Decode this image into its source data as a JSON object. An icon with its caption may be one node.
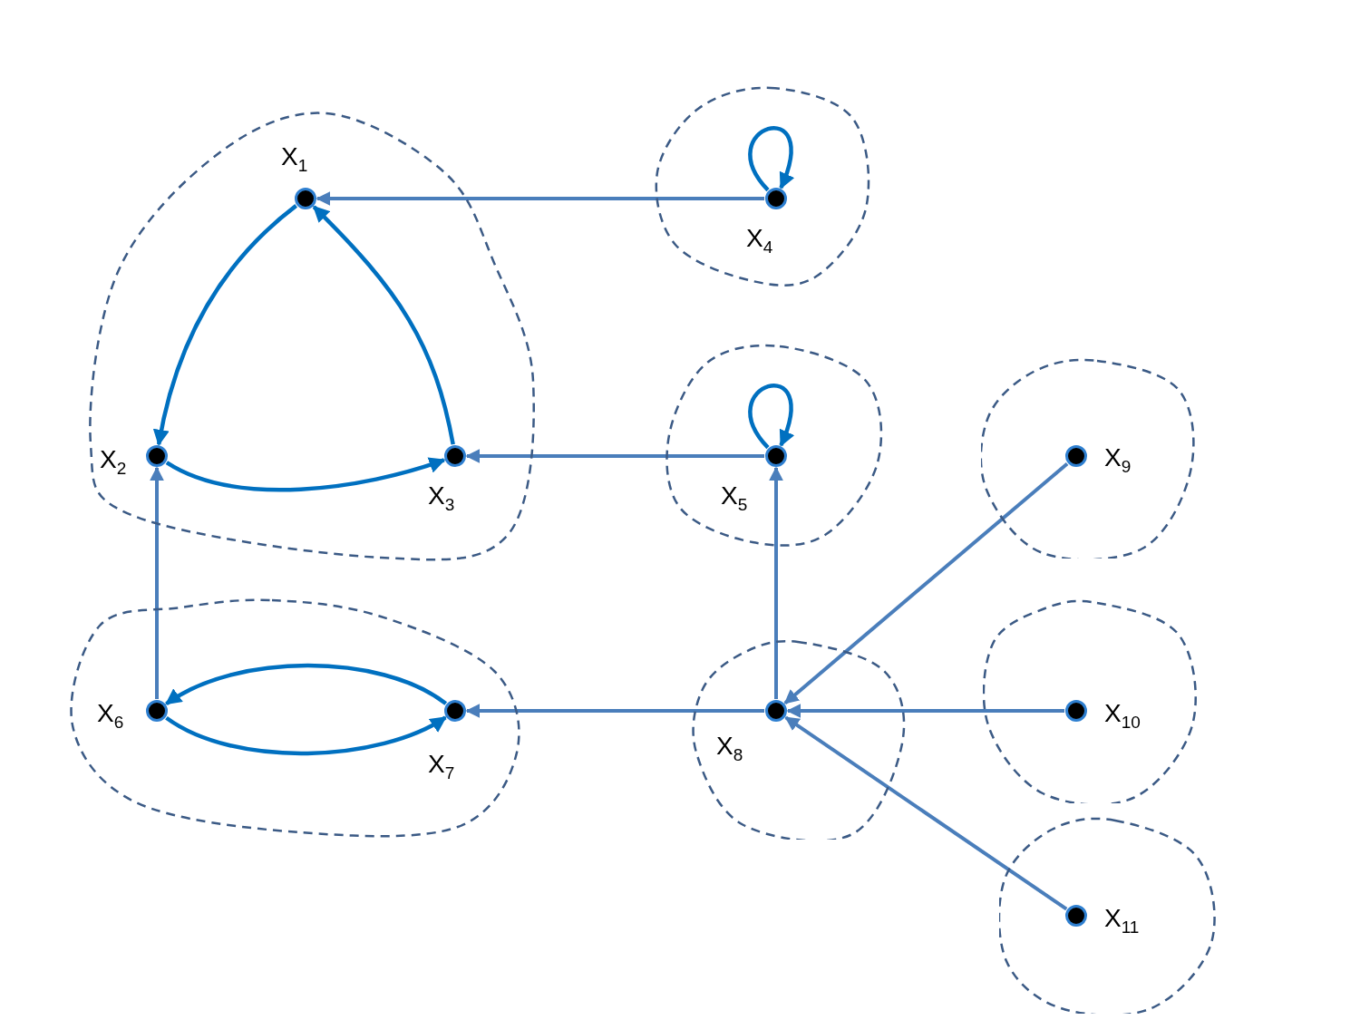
{
  "diagram": {
    "nodes": [
      {
        "text": [],
        "shape": "blob"
      },
      {
        "text": [],
        "shape": "circle",
        "in": 0,
        "beside": [
          "X$_{1}$"
        ]
      },
      {
        "text": [],
        "shape": "circle",
        "in": 0,
        "beside": [
          "X$_{2}$"
        ]
      },
      {
        "text": [],
        "shape": "circle",
        "in": 0,
        "beside": [
          "X$_{3}$"
        ]
      },
      {
        "text": [],
        "shape": "blob"
      },
      {
        "text": [],
        "shape": "circle",
        "in": 4,
        "beside": [
          "X$_{4}$"
        ]
      },
      {
        "text": [],
        "shape": "blob"
      },
      {
        "text": [],
        "shape": "circle",
        "in": 6,
        "beside": [
          "X$_{5}$"
        ]
      },
      {
        "text": [],
        "shape": "blob"
      },
      {
        "text": [],
        "shape": "circle",
        "in": 8,
        "beside": [
          "X$_{9}$"
        ]
      },
      {
        "text": [],
        "shape": "blob"
      },
      {
        "text": [],
        "shape": "circle",
        "in": 10,
        "beside": [
          "X$_{6}$"
        ]
      },
      {
        "text": [],
        "shape": "circle",
        "in": 10,
        "beside": [
          "X$_{7}$"
        ]
      },
      {
        "text": [],
        "shape": "blob"
      },
      {
        "text": [],
        "shape": "circle",
        "in": 13,
        "beside": [
          "X$_{8}$"
        ]
      },
      {
        "text": [],
        "shape": "blob"
      },
      {
        "text": [],
        "shape": "circle",
        "in": 15,
        "beside": [
          "X$_{10}$"
        ]
      },
      {
        "text": [],
        "shape": "blob"
      },
      {
        "text": [],
        "shape": "circle",
        "in": 17,
        "beside": [
          "X$_{11}$"
        ]
      }
    ],
    "edges": [
      {
        "from": 5,
        "to": 1,
        "arrow": "to"
      },
      {
        "from": 5,
        "to": 5,
        "arrow": "to",
        "color": "#0070c0"
      },
      {
        "from": 1,
        "to": 2,
        "arrow": "to",
        "color": "#0070c0"
      },
      {
        "from": 3,
        "to": 1,
        "arrow": "to",
        "color": "#0070c0"
      },
      {
        "from": 2,
        "to": 3,
        "arrow": "to",
        "color": "#0070c0"
      },
      {
        "from": 7,
        "to": 3,
        "arrow": "to"
      },
      {
        "from": 7,
        "to": 7,
        "arrow": "to",
        "color": "#0070c0"
      },
      {
        "from": 11,
        "to": 2,
        "arrow": "to"
      },
      {
        "from": 12,
        "to": 11,
        "arrow": "to",
        "color": "#0070c0"
      },
      {
        "from": 11,
        "to": 12,
        "arrow": "to",
        "color": "#0070c0"
      },
      {
        "from": 14,
        "to": 12,
        "arrow": "to"
      },
      {
        "from": 14,
        "to": 7,
        "arrow": "to"
      },
      {
        "from": 9,
        "to": 14,
        "arrow": "to"
      },
      {
        "from": 16,
        "to": 14,
        "arrow": "to"
      },
      {
        "from": 18,
        "to": 14,
        "arrow": "to"
      }
    ]
  }
}
